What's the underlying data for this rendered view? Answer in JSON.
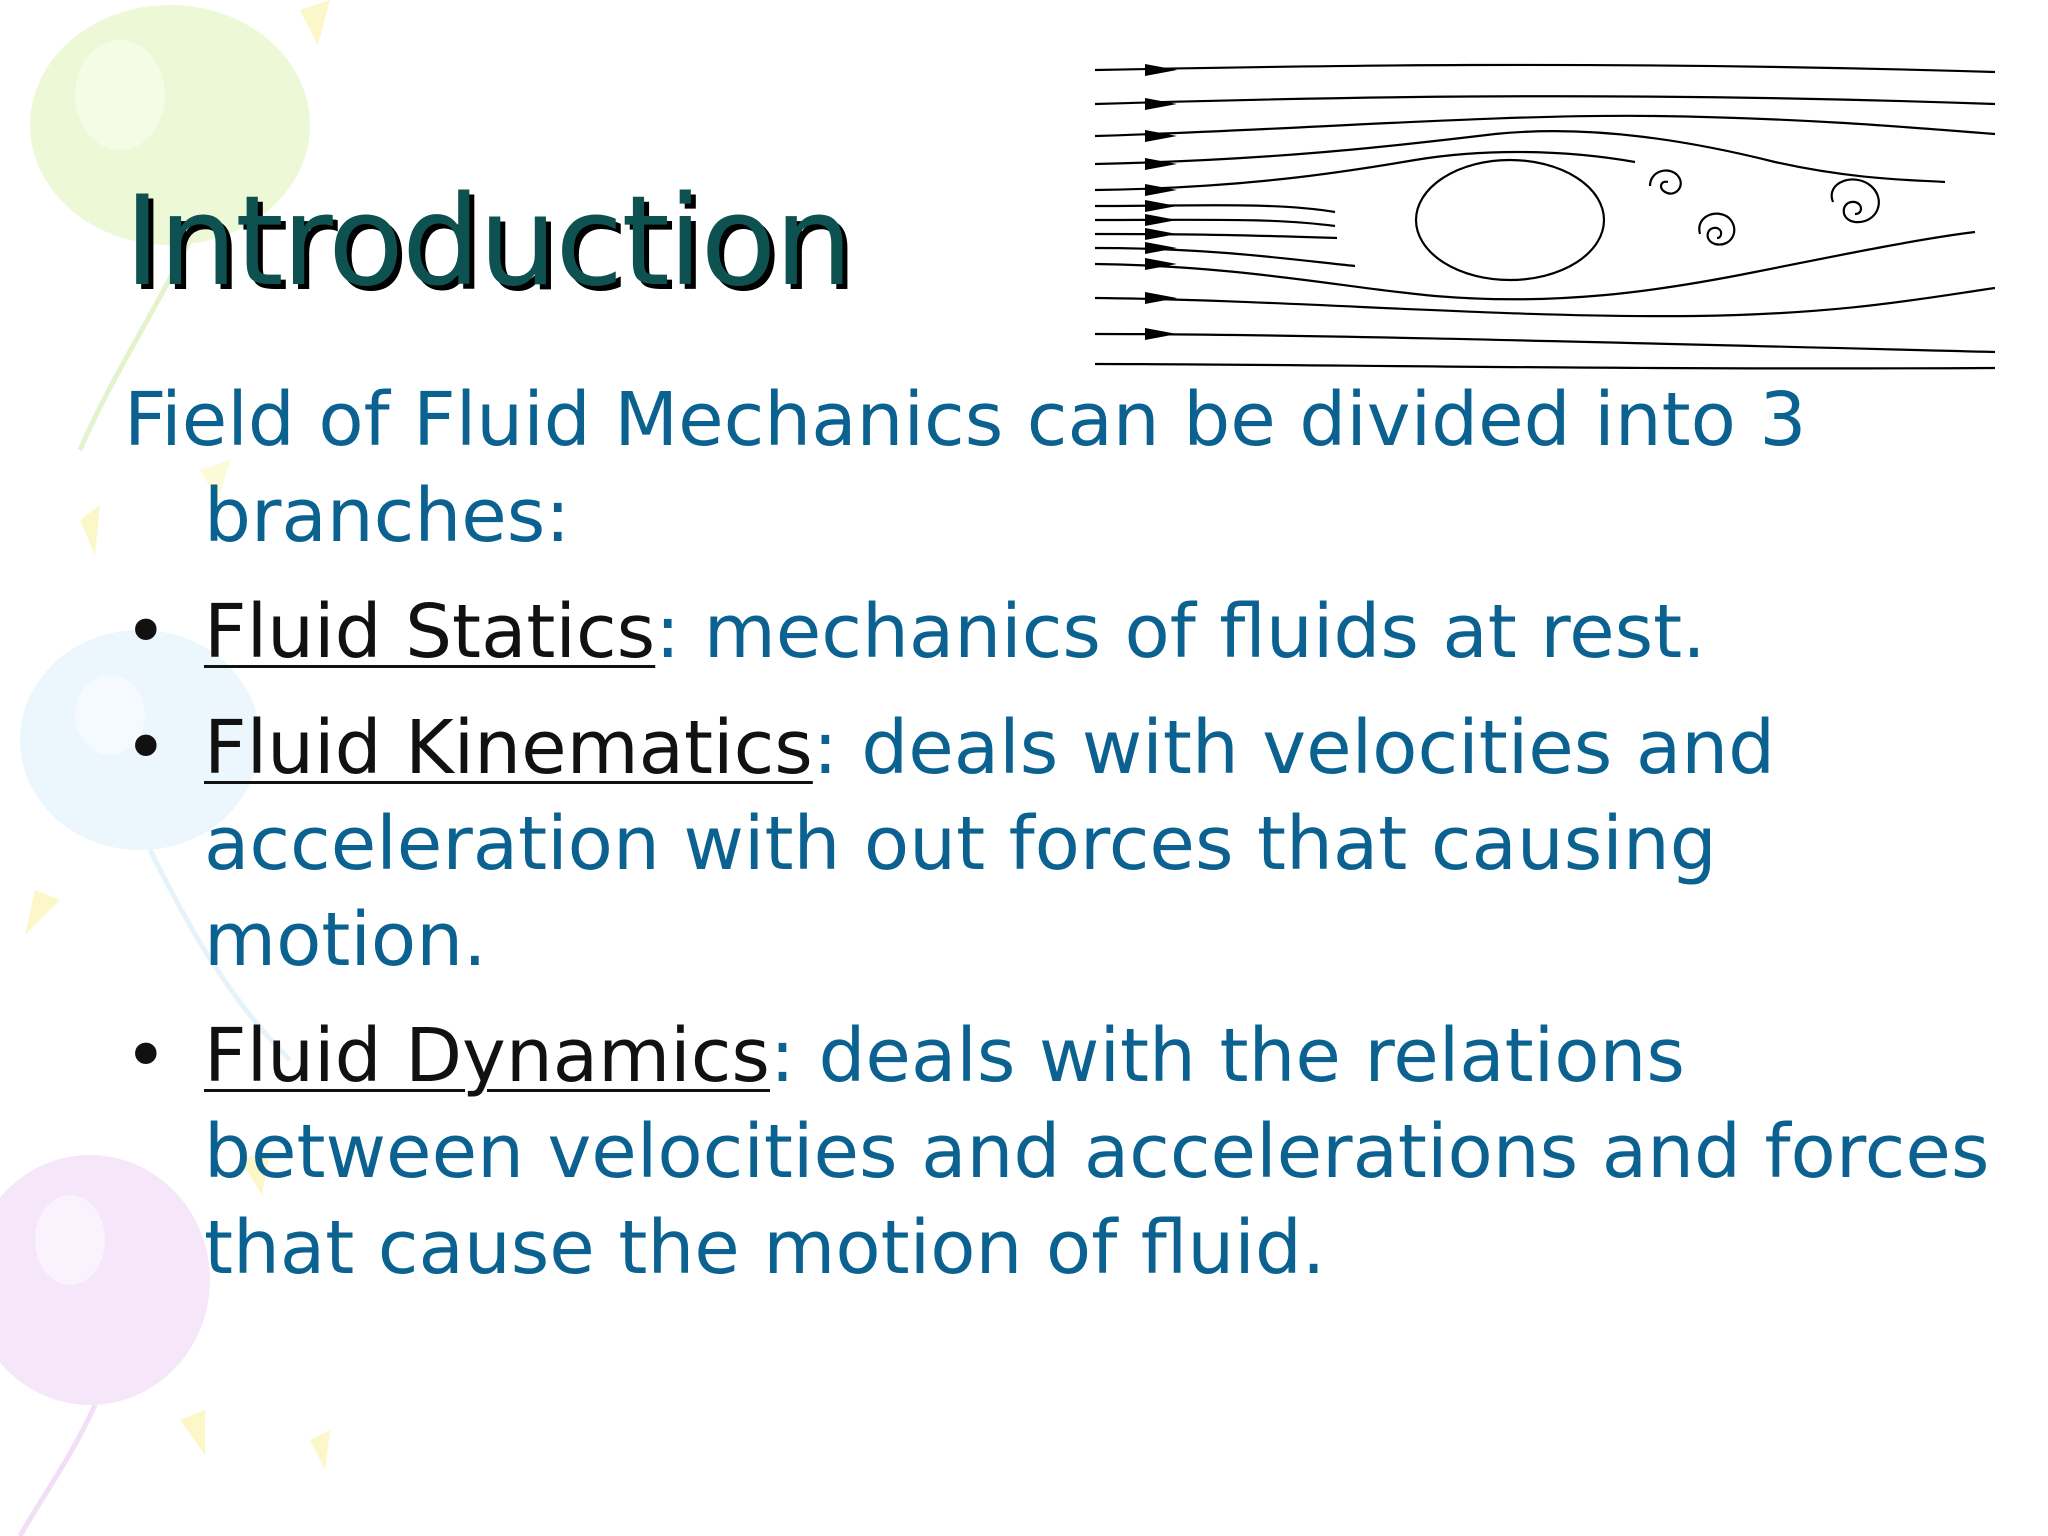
{
  "slide": {
    "title": "Introduction",
    "intro": "Field of Fluid Mechanics can be divided into 3 branches:",
    "bullet_symbol": "•",
    "bullets": [
      {
        "term": "Fluid Statics",
        "description": ": mechanics of fluids at rest."
      },
      {
        "term": "Fluid Kinematics",
        "description": ": deals with velocities and acceleration with out forces that causing motion."
      },
      {
        "term": "Fluid Dynamics",
        "description": ": deals with the relations between velocities and accelerations and forces that cause the motion of fluid."
      }
    ]
  },
  "colors": {
    "title": "#0d5150",
    "title_shadow": "#000000",
    "body_text": "#0b6190",
    "term_text": "#111111",
    "background": "#ffffff"
  },
  "icons": {
    "flow_diagram": "flow-around-cylinder-icon",
    "background_decoration": "balloons-decoration-icon"
  }
}
